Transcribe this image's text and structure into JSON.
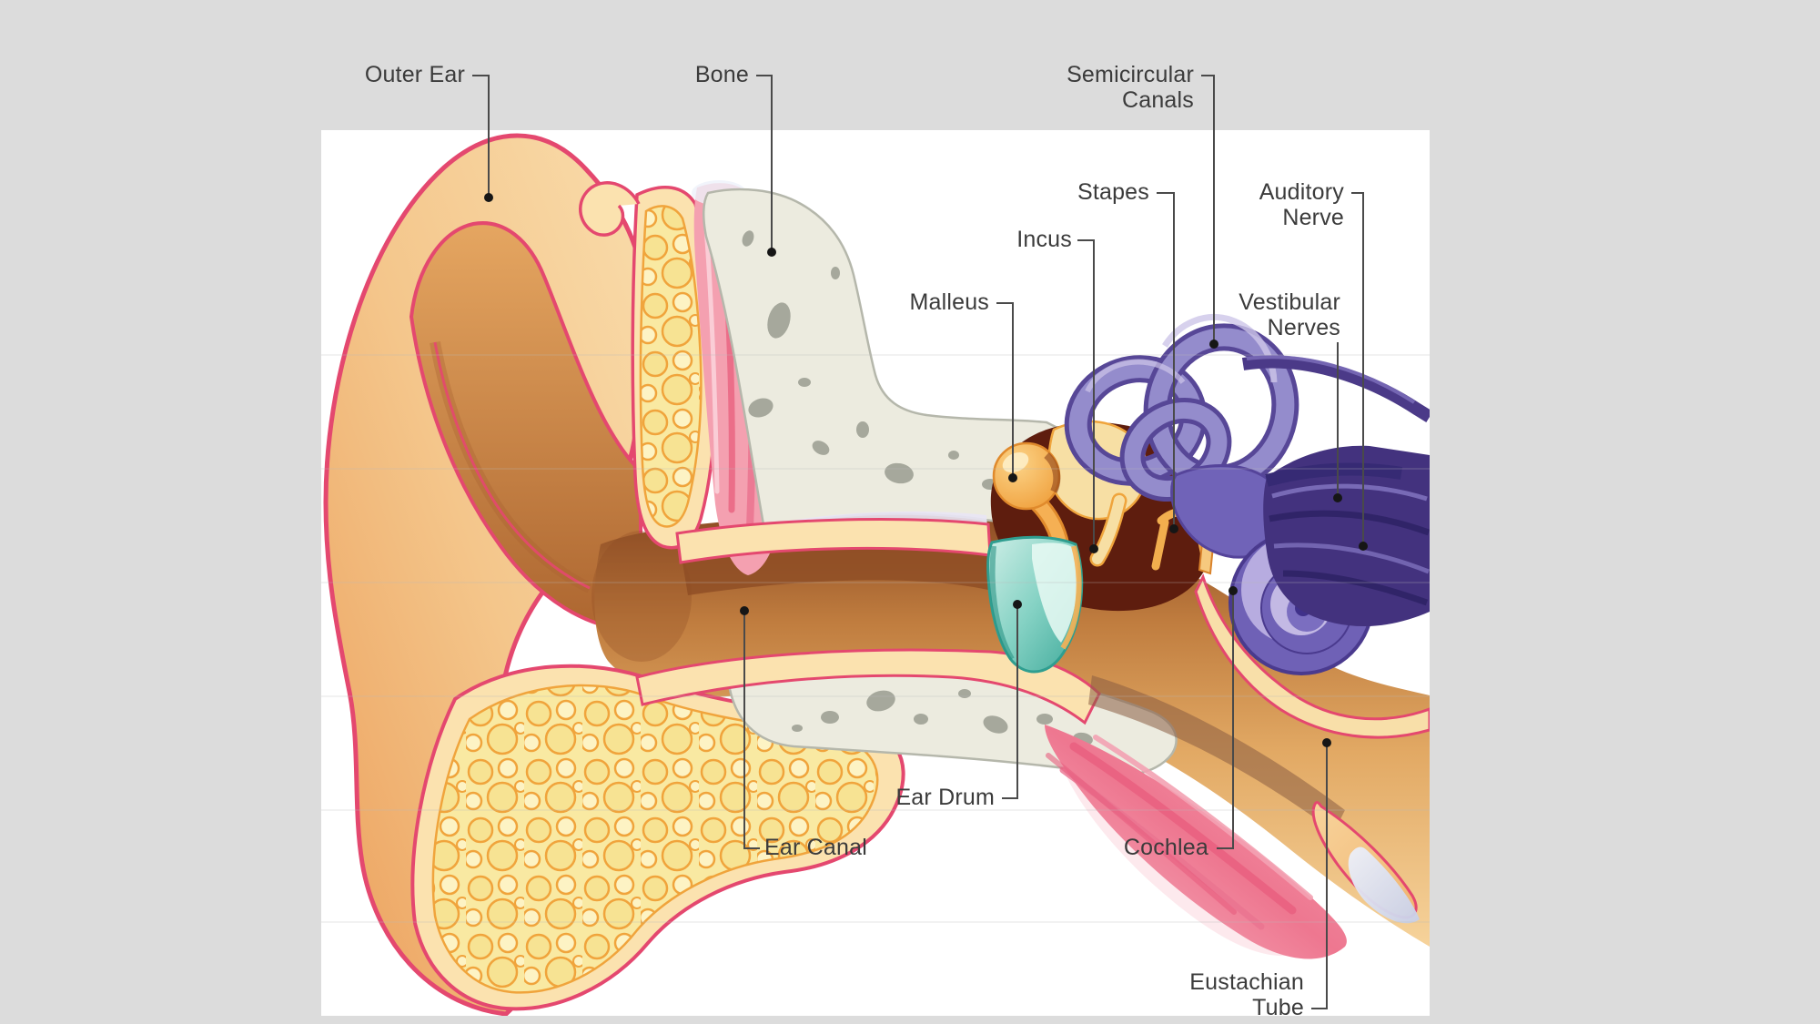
{
  "page": {
    "background_color": "#dcdcdc",
    "canvas_color": "#ffffff"
  },
  "diagram": {
    "subject": "Cross-section anatomy of the human ear",
    "labels": [
      {
        "id": "outer-ear",
        "text": "Outer Ear"
      },
      {
        "id": "bone",
        "text": "Bone"
      },
      {
        "id": "semicircular-canals",
        "text": "Semicircular\nCanals"
      },
      {
        "id": "stapes",
        "text": "Stapes"
      },
      {
        "id": "auditory-nerve",
        "text": "Auditory\nNerve"
      },
      {
        "id": "incus",
        "text": "Incus"
      },
      {
        "id": "malleus",
        "text": "Malleus"
      },
      {
        "id": "vestibular-nerves",
        "text": "Vestibular\nNerves"
      },
      {
        "id": "ear-drum",
        "text": "Ear Drum"
      },
      {
        "id": "ear-canal",
        "text": "Ear Canal"
      },
      {
        "id": "cochlea",
        "text": "Cochlea"
      },
      {
        "id": "eustachian-tube",
        "text": "Eustachian\nTube"
      }
    ],
    "colors": {
      "label_text": "#3b3b3b",
      "leader_line": "#4a4a4a",
      "callout_dot": "#161616",
      "skin_light": "#f9d9a6",
      "skin_dark": "#eda661",
      "skin_outline": "#e4486f",
      "skin_band": "#fbe2af",
      "fat": "#f9e9a2",
      "fat_outline": "#f0a43c",
      "muscle": "#f190a3",
      "bone": "#ecebdf",
      "bone_speckle": "#a6a89c",
      "canal_dark": "#8d4c24",
      "canal_light": "#f6d39b",
      "ear_drum": "#8fd8ca",
      "ossicle": "#f2a444",
      "middle_ear_cavity": "#5e1d0e",
      "inner_ear": "#948ccc",
      "inner_ear_dark": "#574797",
      "nerve": "#43327e"
    }
  }
}
